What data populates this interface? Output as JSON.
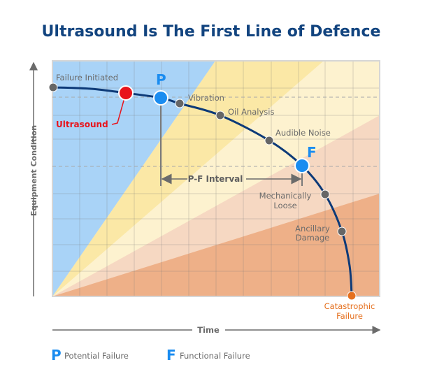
{
  "title": "Ultrasound Is The First Line of Defence",
  "axes": {
    "x_label": "Time",
    "y_label": "Equipment Condition"
  },
  "points": {
    "failure_initiated": "Failure Initiated",
    "ultrasound": "Ultrasound",
    "p": "P",
    "vibration": "Vibration",
    "oil_analysis": "Oil Analysis",
    "audible_noise": "Audible Noise",
    "f": "F",
    "mechanically_loose": [
      "Mechanically",
      "Loose"
    ],
    "ancillary_damage": [
      "Ancillary",
      "Damage"
    ],
    "catastrophic_failure": [
      "Catastrophic",
      "Failure"
    ]
  },
  "pf_interval": "P-F Interval",
  "legend": [
    {
      "symbol": "P",
      "label": "Potential Failure"
    },
    {
      "symbol": "F",
      "label": "Functional Failure"
    }
  ],
  "colors": {
    "title": "#12447f",
    "curve": "#0d3a78",
    "marker_blue": "#1a8cf0",
    "ultrasound_red": "#e8141c",
    "catastrophic_orange": "#e5701e",
    "zone_blue": "#a9d3f7",
    "zone_yellow": "#fbe8a6",
    "zone_light_yellow": "#fdf2cf",
    "zone_peach": "#f6d8c2",
    "zone_orange": "#eeb088"
  }
}
